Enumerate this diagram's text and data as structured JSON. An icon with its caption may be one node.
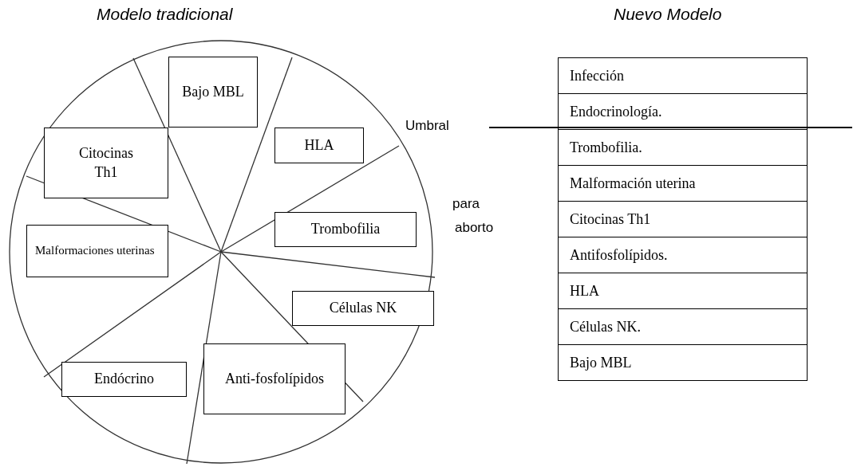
{
  "diagram": {
    "nodes": [
      {
        "text": [
          "Bajo MBL"
        ]
      },
      {
        "text": [
          "Citocinas Th1"
        ]
      },
      {
        "text": [
          "HLA"
        ]
      },
      {
        "text": [
          "Malformaciones uterinas"
        ]
      },
      {
        "text": [
          "Trombofilia"
        ]
      },
      {
        "text": [
          "Células NK"
        ]
      },
      {
        "text": [
          "Endócrino"
        ]
      },
      {
        "text": [
          "Anti-fosfolípidos"
        ]
      }
    ],
    "edges": [],
    "labels": [
      "Modelo tradicional",
      "Nuevo Modelo",
      "Umbral",
      "para",
      "aborto",
      "Infección",
      "Endocrinología.",
      "Trombofilia.",
      "Malformación uterina",
      "Citocinas Th1",
      "Antifosfolípidos.",
      "HLA",
      "Células NK.",
      "Bajo MBL"
    ]
  }
}
